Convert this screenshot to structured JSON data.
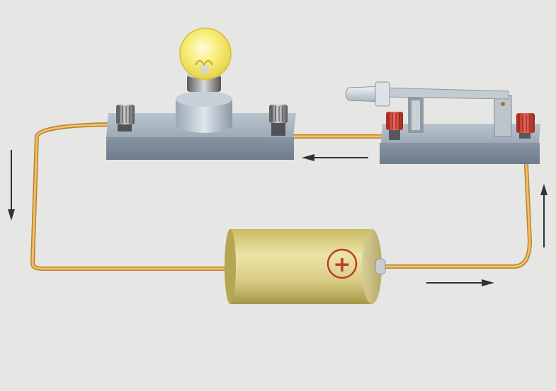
{
  "diagram": {
    "battery": {
      "polarity_symbol": "+",
      "polarity_color": "#c0392b",
      "body_color": "#d9cf84"
    },
    "bulb": {
      "glass_color": "#f5ec73"
    },
    "switch": {
      "terminal_color": "#d8493f"
    },
    "wire_color": "#e2a84a",
    "current_arrows": [
      {
        "icon": "arrow-down-icon",
        "location": "left-wire"
      },
      {
        "icon": "arrow-left-icon",
        "location": "top-wire"
      },
      {
        "icon": "arrow-up-icon",
        "location": "right-wire"
      },
      {
        "icon": "arrow-right-icon",
        "location": "bottom-wire"
      }
    ]
  }
}
